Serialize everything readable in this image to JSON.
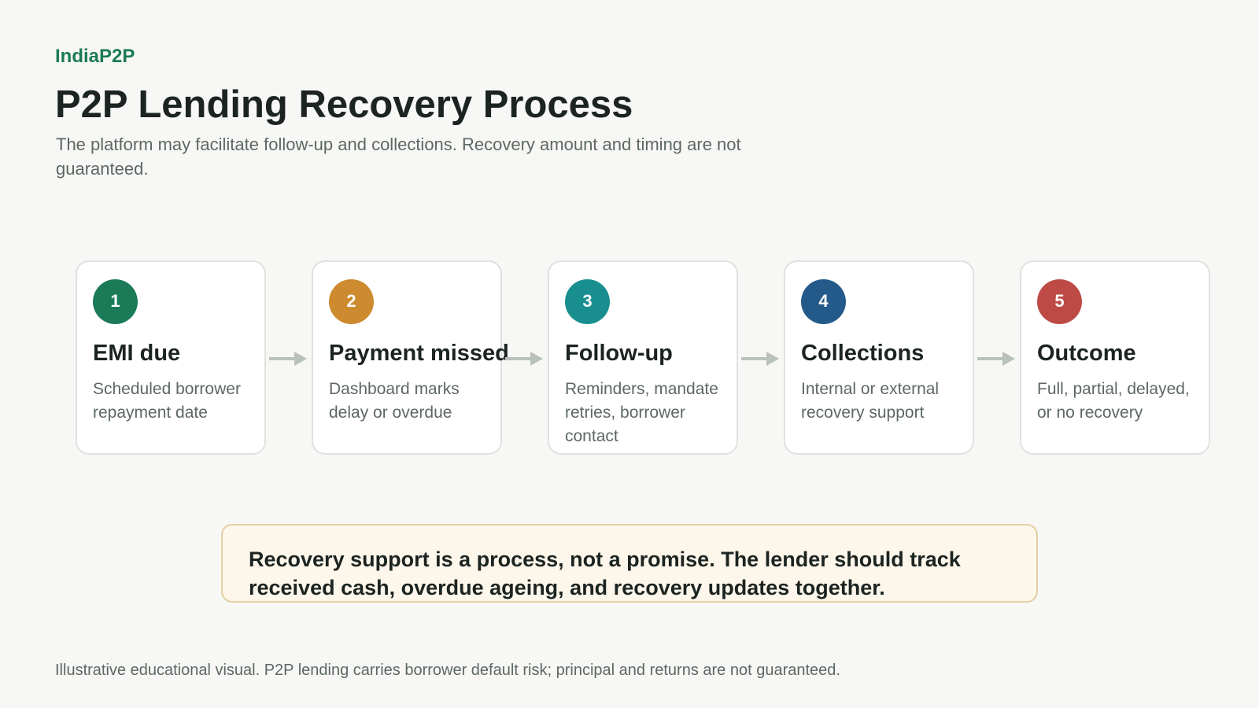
{
  "header": {
    "brand": "IndiaP2P",
    "title": "P2P Lending Recovery Process",
    "subtitle": "The platform may facilitate follow-up and collections. Recovery amount and timing are not guaranteed."
  },
  "steps": [
    {
      "number": "1",
      "title": "EMI due",
      "description": "Scheduled borrower repayment date",
      "color": "#1b7a57"
    },
    {
      "number": "2",
      "title": "Payment missed",
      "description": "Dashboard marks delay or overdue",
      "color": "#cd8a2e"
    },
    {
      "number": "3",
      "title": "Follow-up",
      "description": "Reminders, mandate retries, borrower contact",
      "color": "#188e8e"
    },
    {
      "number": "4",
      "title": "Collections",
      "description": "Internal or external recovery support",
      "color": "#245a8a"
    },
    {
      "number": "5",
      "title": "Outcome",
      "description": "Full, partial, delayed, or no recovery",
      "color": "#bd4a45"
    }
  ],
  "note": {
    "text": "Recovery support is a process, not a promise. The lender should track received cash, overdue ageing, and recovery updates together."
  },
  "footer": {
    "disclaimer": "Illustrative educational visual. P2P lending carries borrower default risk; principal and returns are not guaranteed."
  },
  "colors": {
    "background": "#f7f7f5",
    "brand": "#1b7a57",
    "arrow": "#b9c1bc",
    "note_background": "#fdf6ea",
    "note_border": "#e3d0a2"
  }
}
